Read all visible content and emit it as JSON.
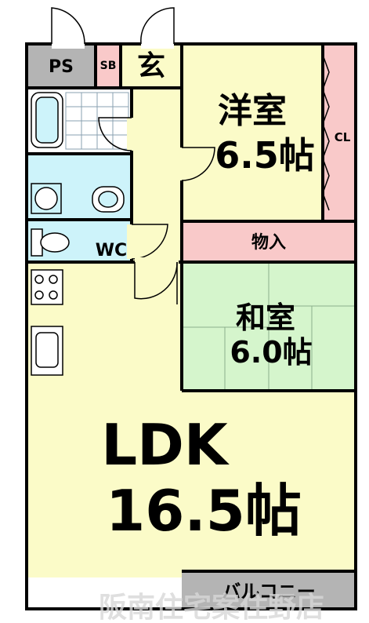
{
  "rooms": {
    "ps": "PS",
    "sb": "SB",
    "genkan": "玄",
    "yoshitsu": "洋室",
    "yoshitsu_size": "6.5帖",
    "cl": "CL",
    "wc": "WC",
    "monoire": "物入",
    "washitsu": "和室",
    "washitsu_size": "6.0帖",
    "ldk": "LDK",
    "ldk_size": "16.5帖",
    "balcony": "バルコニー"
  },
  "watermark": "阪南住宅案住野店",
  "colors": {
    "ldk": "#fbfbc8",
    "yoshitsu": "#fbfbc8",
    "washitsu": "#d5f5cc",
    "monoire": "#f9c9c9",
    "closet": "#f9c9c9",
    "sb": "#f9c9c9",
    "ps": "#b4b4b4",
    "balcony": "#b4b4b4",
    "bath": "#cdf3fa",
    "wall": "#000000"
  }
}
